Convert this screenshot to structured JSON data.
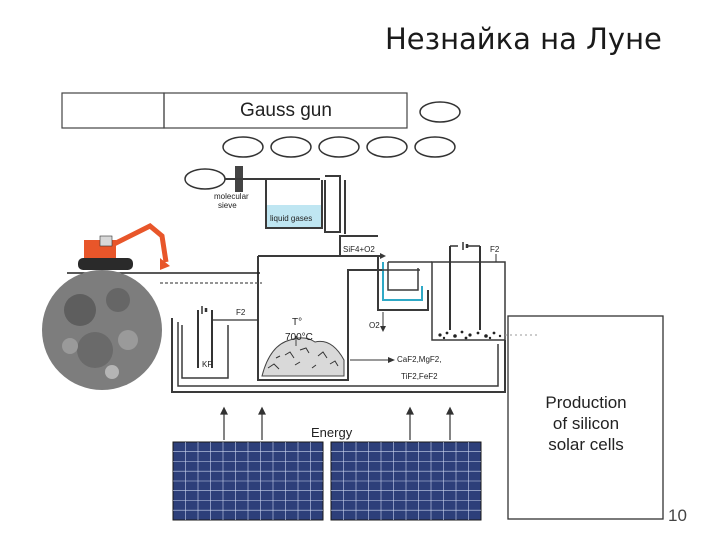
{
  "title": "Незнайка на Луне",
  "labels": {
    "gauss_gun": "Gauss gun",
    "molecular_sieve_1": "molecular",
    "molecular_sieve_2": "sieve",
    "liquid_gases": "liquid gases",
    "sif4_o2": "SiF4+O2",
    "f2_right": "F2",
    "f2_left": "F2",
    "temp_1": "T°",
    "temp_2": "700°C",
    "o2": "O2",
    "kf": "KF",
    "products_1": "CaF2,MgF2,",
    "products_2": "TiF2,FeF2",
    "production_1": "Production",
    "production_2": "of silicon",
    "production_3": "solar cells",
    "energy": "Energy"
  },
  "page_number": "10",
  "colors": {
    "pipe": "#3a3a3a",
    "liquid": "#bfe6f2",
    "excavator": "#e8562a",
    "panel": "#2d3f7a",
    "moon": "#7d7d7d"
  }
}
